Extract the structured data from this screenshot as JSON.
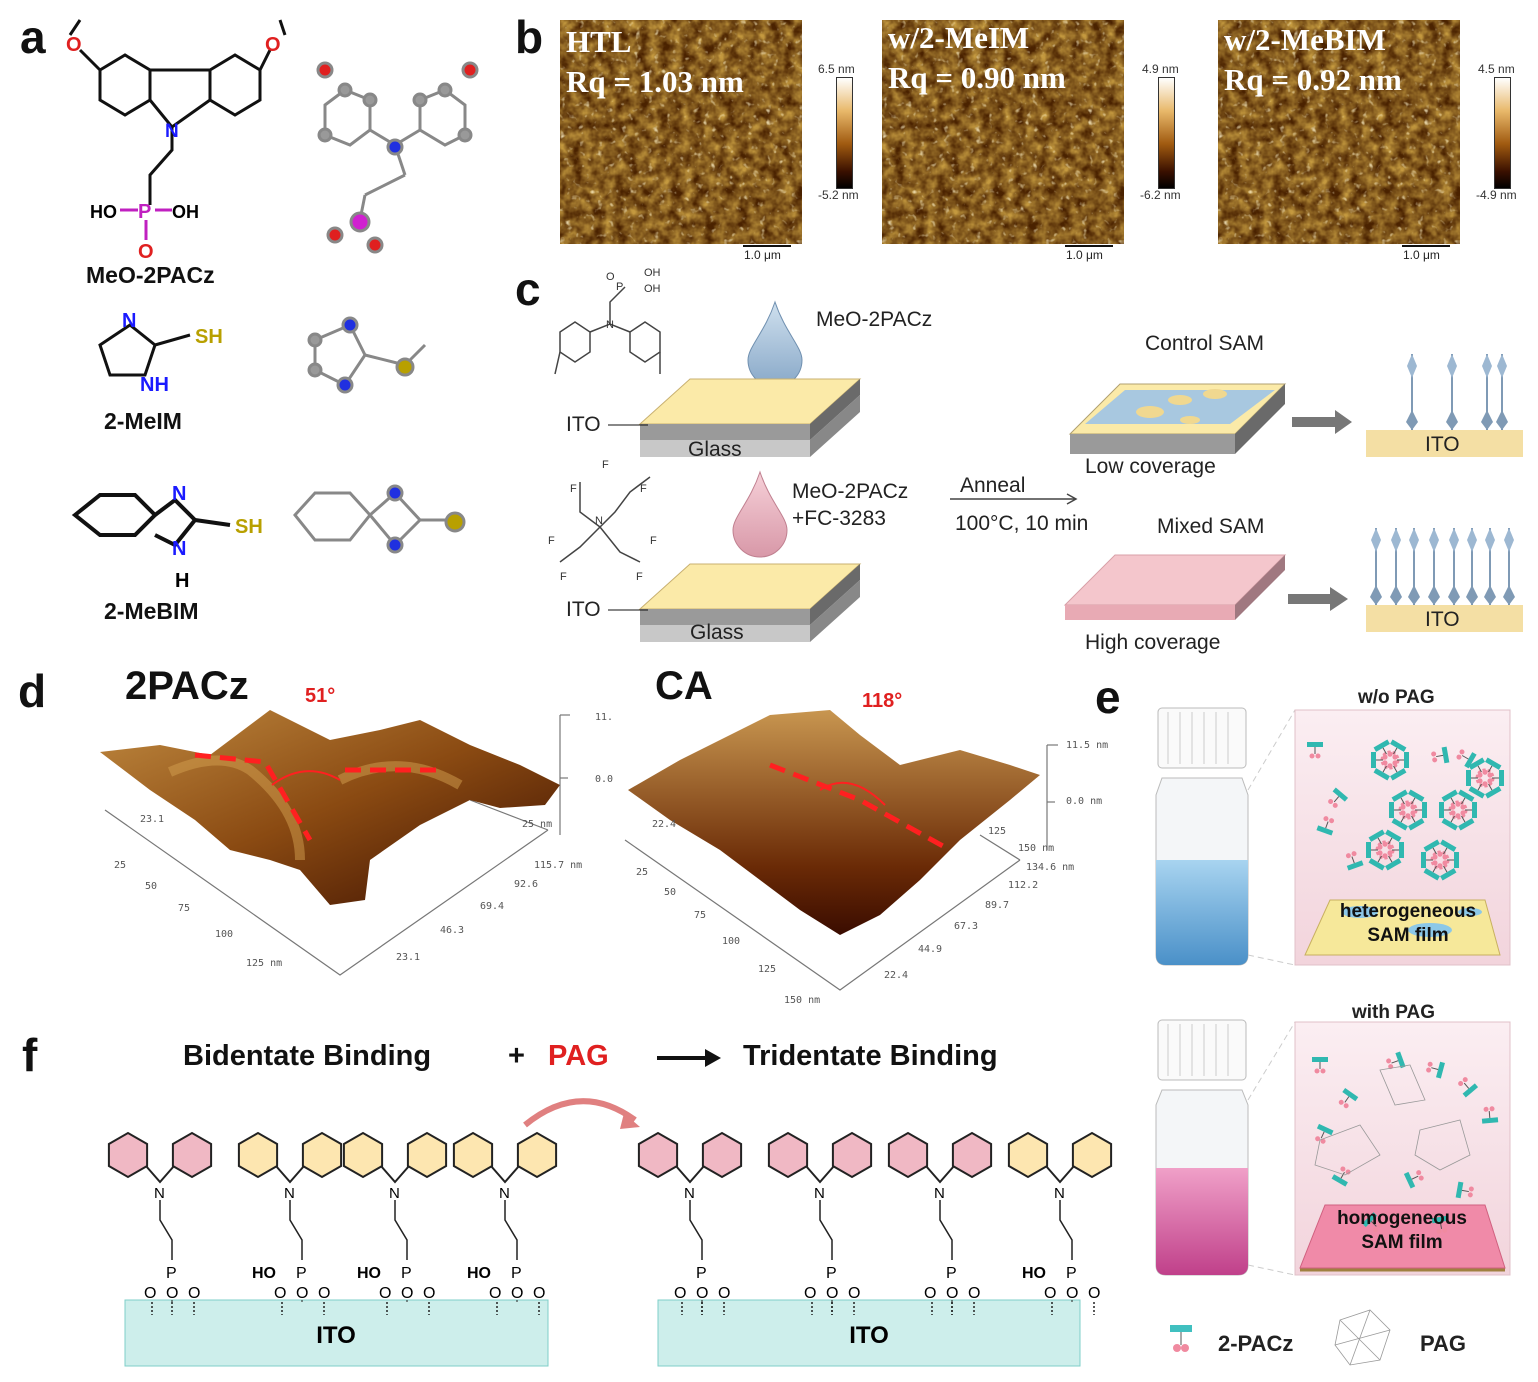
{
  "panel_labels": {
    "a": "a",
    "b": "b",
    "c": "c",
    "d": "d",
    "e": "e",
    "f": "f"
  },
  "a": {
    "molecules": [
      "MeO-2PACz",
      "2-MeIM",
      "2-MeBIM"
    ],
    "atoms": {
      "ho": "HO",
      "p": "P",
      "oh": "OH",
      "o": "O",
      "n": "N",
      "sh": "SH",
      "nh": "NH",
      "h": "H"
    }
  },
  "b": {
    "images": [
      {
        "title": "HTL",
        "rq": "Rq = 1.03 nm",
        "max": "6.5 nm",
        "min": "-5.2 nm",
        "scale": "1.0 μm"
      },
      {
        "title": "w/2-MeIM",
        "rq": "Rq = 0.90 nm",
        "max": "4.9 nm",
        "min": "-6.2 nm",
        "scale": "1.0 μm"
      },
      {
        "title": "w/2-MeBIM",
        "rq": "Rq = 0.92 nm",
        "max": "4.5 nm",
        "min": "-4.9 nm",
        "scale": "1.0 μm"
      }
    ]
  },
  "c": {
    "solution1": "MeO-2PACz",
    "solution2_line1": "MeO-2PACz",
    "solution2_line2": "+FC-3283",
    "ito": "ITO",
    "glass": "Glass",
    "anneal": "Anneal",
    "conditions": "100°C, 10 min",
    "control_sam": "Control SAM",
    "low_coverage": "Low coverage",
    "mixed_sam": "Mixed SAM",
    "high_coverage": "High coverage",
    "struct_atoms": {
      "oh": "OH",
      "o": "O",
      "p": "P",
      "n": "N",
      "f": "F"
    }
  },
  "d": {
    "plots": [
      {
        "title": "2PACz",
        "angle": "51°",
        "z_ticks": [
          "11.",
          "0.0"
        ],
        "y_ticks": [
          "25",
          "50",
          "75",
          "100",
          "125 nm"
        ],
        "x_ticks": [
          "23.1",
          "46.3",
          "69.4",
          "92.6",
          "115.7 nm"
        ],
        "back_ticks": [
          "23.1",
          "25 nm"
        ]
      },
      {
        "title": "CA",
        "angle": "118°",
        "z_ticks": [
          "11.5 nm",
          "0.0 nm"
        ],
        "y_ticks": [
          "25",
          "50",
          "75",
          "100",
          "125",
          "150 nm"
        ],
        "x_ticks": [
          "22.4",
          "44.9",
          "67.3",
          "89.7",
          "112.2",
          "134.6 nm"
        ],
        "back_ticks": [
          "22.4",
          "125",
          "150 nm"
        ]
      }
    ]
  },
  "e": {
    "top_title": "w/o PAG",
    "top_film": [
      "heterogeneous",
      "SAM film"
    ],
    "bottom_title": "with PAG",
    "bottom_film": [
      "homogeneous",
      "SAM film"
    ],
    "legend": [
      "2-PACz",
      "PAG"
    ]
  },
  "f": {
    "left": "Bidentate Binding",
    "plus": "+",
    "pag": "PAG",
    "right": "Tridentate Binding",
    "ito": "ITO",
    "ho": "HO",
    "n": "N",
    "p": "P",
    "o": "O"
  },
  "colors": {
    "accent_red": "#e02020",
    "ito_teal": "#cdeeeb",
    "pink": "#f0b8c4",
    "yellow": "#fde6b0"
  }
}
